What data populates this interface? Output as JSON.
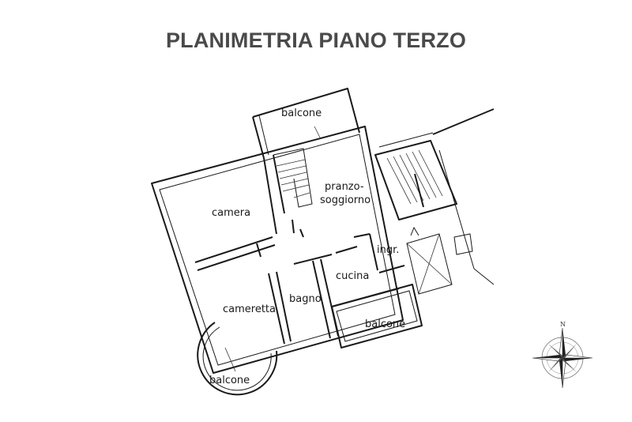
{
  "title": "PLANIMETRIA PIANO TERZO",
  "rooms": {
    "balcone_top": "balcone",
    "camera": "camera",
    "pranzo_line1": "pranzo-",
    "pranzo_line2": "soggiorno",
    "ingresso": "ingr.",
    "cucina": "cucina",
    "cameretta": "cameretta",
    "bagno": "bagno",
    "balcone_right": "balcone",
    "balcone_round": "balcone"
  },
  "compass": {
    "north_label": "N"
  },
  "colors": {
    "title": "#4a4a4a",
    "lines": "#1a1a1a"
  }
}
